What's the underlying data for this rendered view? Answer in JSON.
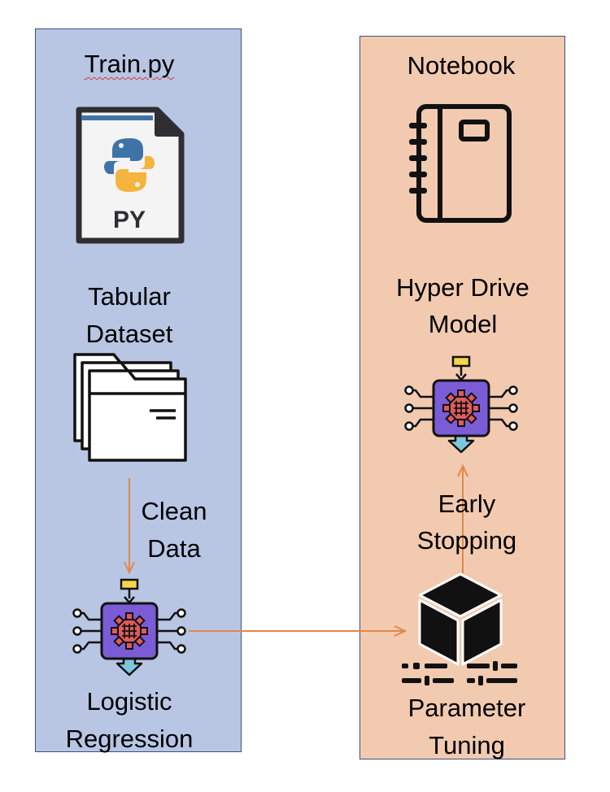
{
  "left_panel": {
    "title": "Train.py",
    "file_icon_text": "PY",
    "dataset_label_line1": "Tabular",
    "dataset_label_line2": "Dataset",
    "edge_label_line1": "Clean",
    "edge_label_line2": "Data",
    "model_label_line1": "Logistic",
    "model_label_line2": "Regression"
  },
  "right_panel": {
    "title": "Notebook",
    "model_label_line1": "Hyper Drive",
    "model_label_line2": "Model",
    "early_label_line1": "Early",
    "early_label_line2": "Stopping",
    "tuning_label_line1": "Parameter",
    "tuning_label_line2": "Tuning"
  },
  "colors": {
    "left_panel_bg": "#b8c6e4",
    "right_panel_bg": "#f2cab0",
    "arrow": "#e2874a",
    "chip": "#7b5cd6",
    "gear": "#e05a5a",
    "input_tab": "#f3d54b",
    "output_arrow": "#7fc6dc",
    "python_blue": "#3e73a8",
    "python_yellow": "#f4b43d"
  },
  "icons": [
    "python-file-icon",
    "folders-icon",
    "ai-chip-icon",
    "notebook-icon",
    "cube-icon",
    "sliders-icon"
  ]
}
